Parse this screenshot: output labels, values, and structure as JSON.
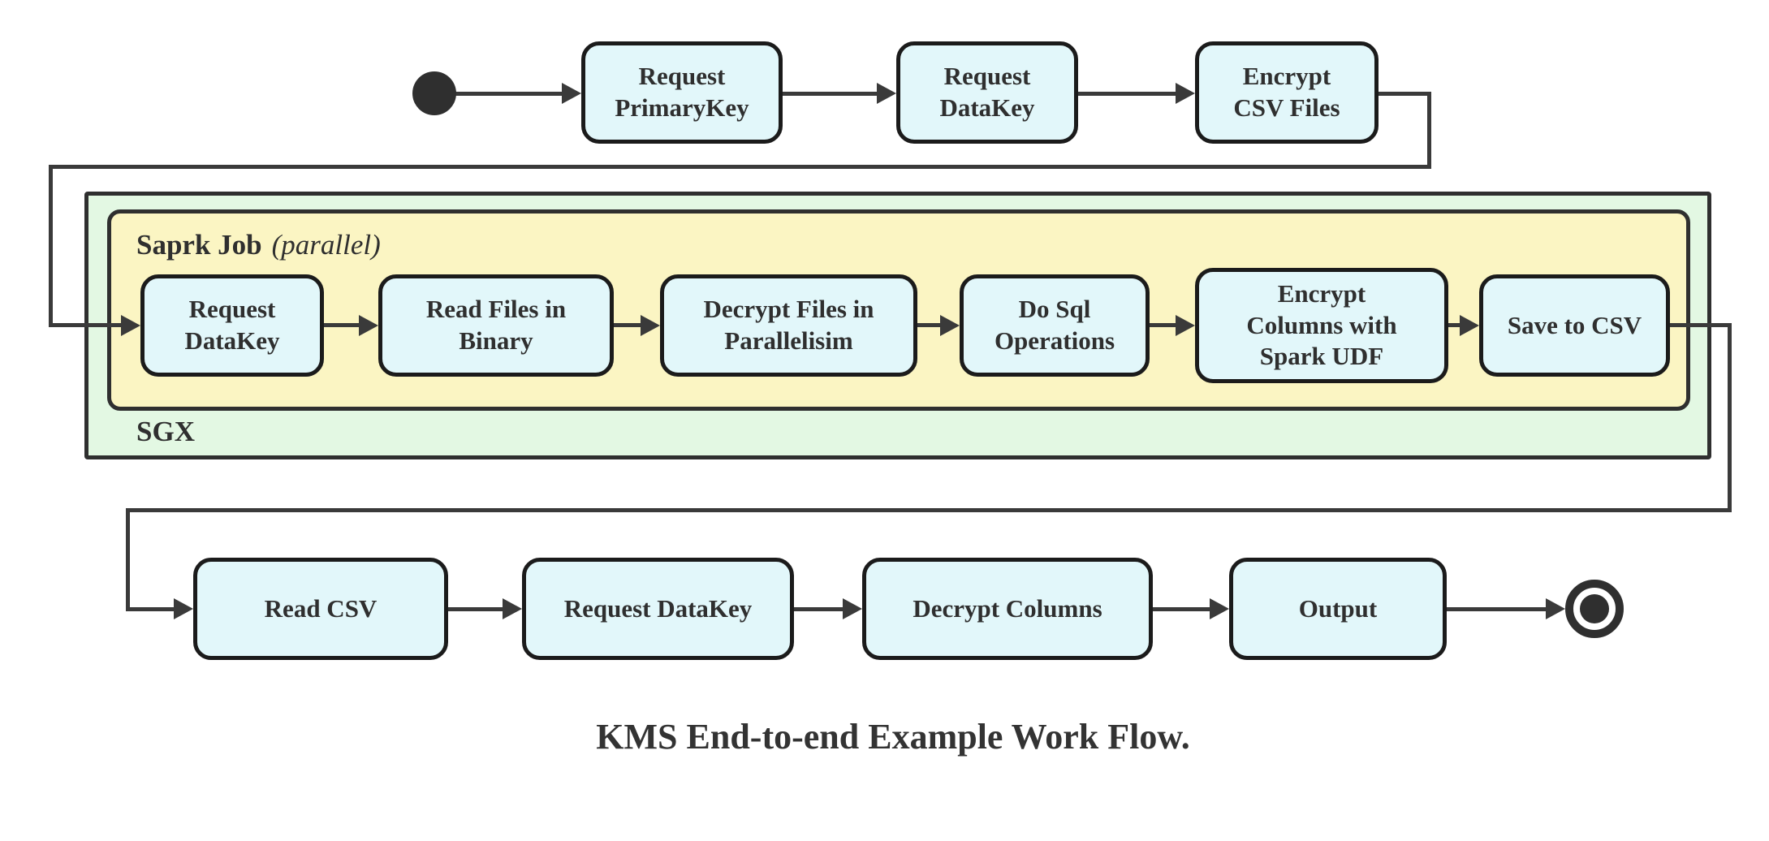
{
  "diagram": {
    "caption": "KMS End-to-end Example Work Flow.",
    "colors": {
      "node_fill": "#e2f7fa",
      "node_border": "#1b1b1b",
      "sgx_container_fill": "#e3f8e3",
      "spark_container_fill": "#fbf5c3",
      "connector_line": "#3a3a3a",
      "text": "#2f2f2f",
      "background": "#ffffff"
    },
    "containers": {
      "sgx": {
        "label": "SGX"
      },
      "spark_job": {
        "label": "Saprk Job",
        "label_suffix": "(parallel)"
      }
    },
    "start_node": {
      "type": "initial-state"
    },
    "end_node": {
      "type": "final-state"
    },
    "rows": {
      "top": [
        {
          "label": "Request\nPrimaryKey"
        },
        {
          "label": "Request\nDataKey"
        },
        {
          "label": "Encrypt\nCSV Files"
        }
      ],
      "spark": [
        {
          "label": "Request\nDataKey"
        },
        {
          "label": "Read Files in\nBinary"
        },
        {
          "label": "Decrypt Files in\nParallelisim"
        },
        {
          "label": "Do Sql\nOperations"
        },
        {
          "label": "Encrypt\nColumns with\nSpark UDF"
        },
        {
          "label": "Save to CSV"
        }
      ],
      "bottom": [
        {
          "label": "Read CSV"
        },
        {
          "label": "Request DataKey"
        },
        {
          "label": "Decrypt Columns"
        },
        {
          "label": "Output"
        }
      ]
    }
  }
}
